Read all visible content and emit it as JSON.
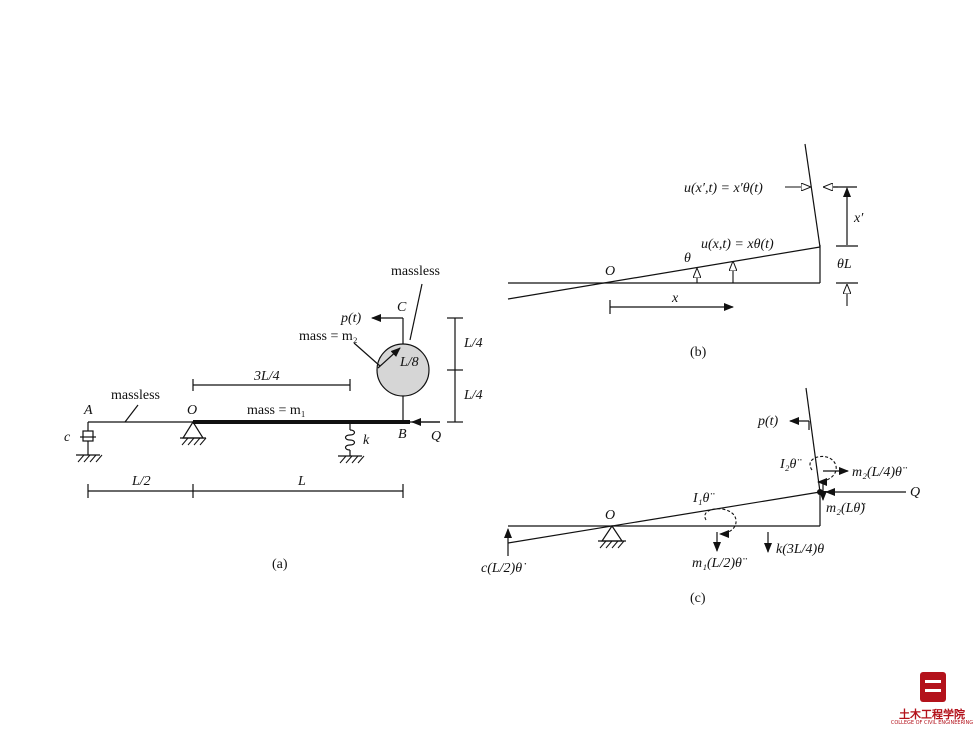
{
  "figure_a": {
    "caption": "(a)",
    "point_a": "A",
    "point_o": "O",
    "point_b": "B",
    "point_c": "C",
    "damper": "c",
    "spring": "k",
    "load": "p(t)",
    "axial": "Q",
    "massless_left": "massless",
    "massless_top": "massless",
    "mass_beam": "mass = m₁",
    "mass_disk": "mass = m₂",
    "radius": "L/8",
    "dim_3l4": "3L/4",
    "dim_l4_top": "L/4",
    "dim_l4_bot": "L/4",
    "dim_l2": "L/2",
    "dim_l": "L"
  },
  "figure_b": {
    "caption": "(b)",
    "u_top": "u(x′,t) = x′θ(t)",
    "u_mid": "u(x,t) = xθ(t)",
    "theta": "θ",
    "origin": "O",
    "x": "x",
    "x_prime": "x′",
    "theta_l": "θL"
  },
  "figure_c": {
    "caption": "(c)",
    "origin": "O",
    "load": "p(t)",
    "axial": "Q",
    "i2": "I₂θ̈",
    "m2_l4": "m₂(L/4)θ̈",
    "i1": "I₁θ̈",
    "m2_l": "m₂(Lθ̈)",
    "damper_force": "c(L/2)θ̇",
    "m1_force": "m₁(L/2)θ̈",
    "spring_force": "k(3L/4)θ"
  },
  "logo": {
    "name": "土木工程学院",
    "english": "COLLEGE OF CIVIL ENGINEERING"
  }
}
